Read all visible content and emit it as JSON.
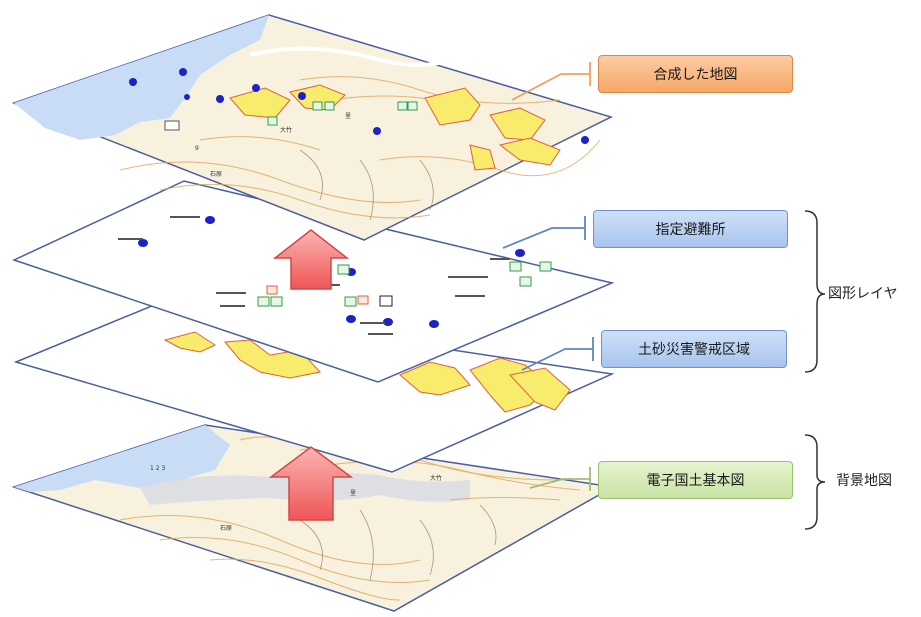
{
  "labels": {
    "composite": "合成した地図",
    "shelter": "指定避難所",
    "warning_zone": "土砂災害警戒区域",
    "base_map": "電子国土基本図"
  },
  "groups": {
    "shape_layer": "図形レイヤ",
    "background_map": "背景地図"
  },
  "colors": {
    "sea": "#c8dcf6",
    "land": "#f7f1dd",
    "contour": "#e0a456",
    "hazard_zone": "#f7ec6c",
    "hazard_edge": "#e06040",
    "shelter_marker": "#1a22c8",
    "arrow": "#f46b6b",
    "sheet_border": "#4a5fa0",
    "callout_composite": "#f0a060",
    "callout_shelter": "#5c86c8",
    "callout_basemap": "#9cc070"
  }
}
